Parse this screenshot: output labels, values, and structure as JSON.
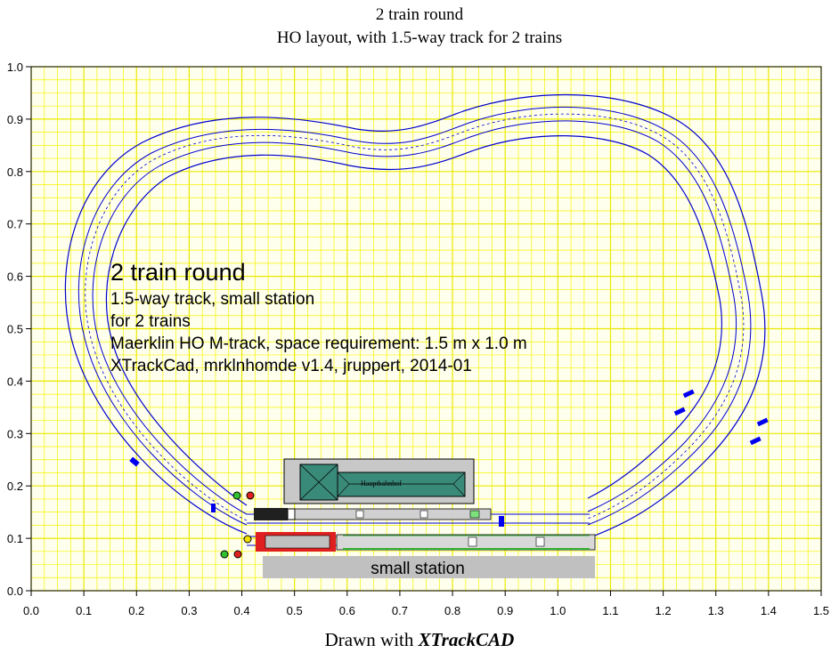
{
  "title": {
    "line1": "2 train round",
    "line2": "HO layout, with 1.5-way track for 2 trains"
  },
  "footer": {
    "prefix": "Drawn with",
    "app": "XTrackCAD"
  },
  "axes": {
    "x_ticks": [
      "0.0",
      "0.1",
      "0.2",
      "0.3",
      "0.4",
      "0.5",
      "0.6",
      "0.7",
      "0.8",
      "0.9",
      "1.0",
      "1.1",
      "1.2",
      "1.3",
      "1.4",
      "1.5"
    ],
    "y_ticks": [
      "0.0",
      "0.1",
      "0.2",
      "0.3",
      "0.4",
      "0.5",
      "0.6",
      "0.7",
      "0.8",
      "0.9",
      "1.0"
    ],
    "x_range": [
      0,
      1.5
    ],
    "y_range": [
      0,
      1.0
    ],
    "grid": true
  },
  "annotation": {
    "heading": "2 train round",
    "lines": [
      "1.5-way track, small station",
      "for 2 trains",
      "Maerklin HO M-track, space requirement: 1.5 m x 1.0 m",
      "XTrackCad, mrklnhomde v1.4, jruppert, 2014-01"
    ]
  },
  "station_label": "small station",
  "building_label": "Hauptbahnhof",
  "colors": {
    "grid_major": "#e8e800",
    "grid_minor": "#f4f400",
    "track": "#0000cc",
    "building_fill": "#c8c8c8",
    "roof": "#3a8a7a",
    "platform": "#c0c0c0",
    "train_red": "#e02020"
  }
}
